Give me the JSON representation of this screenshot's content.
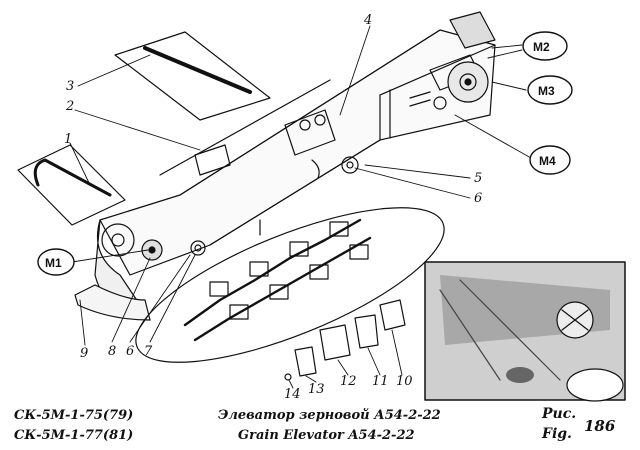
{
  "callouts": {
    "n1": "1",
    "n2": "2",
    "n3": "3",
    "n4": "4",
    "n5": "5",
    "n6": "6",
    "n7": "7",
    "n8": "8",
    "n9": "9",
    "n10": "10",
    "n11": "11",
    "n12": "12",
    "n13": "13",
    "n14": "14",
    "n6b": "6"
  },
  "markers": {
    "m1": "M1",
    "m2": "M2",
    "m3": "M3",
    "m4": "M4"
  },
  "footer": {
    "model_line_1": "СК-5М-1-75(79)",
    "model_line_2": "СК-5М-1-77(81)",
    "title_ru": "Элеватор зерновой  А54-2-22",
    "title_en": "Grain Elevator  A54-2-22",
    "fig_label_ru": "Рис.",
    "fig_label_en": "Fig.",
    "fig_number": "186"
  }
}
